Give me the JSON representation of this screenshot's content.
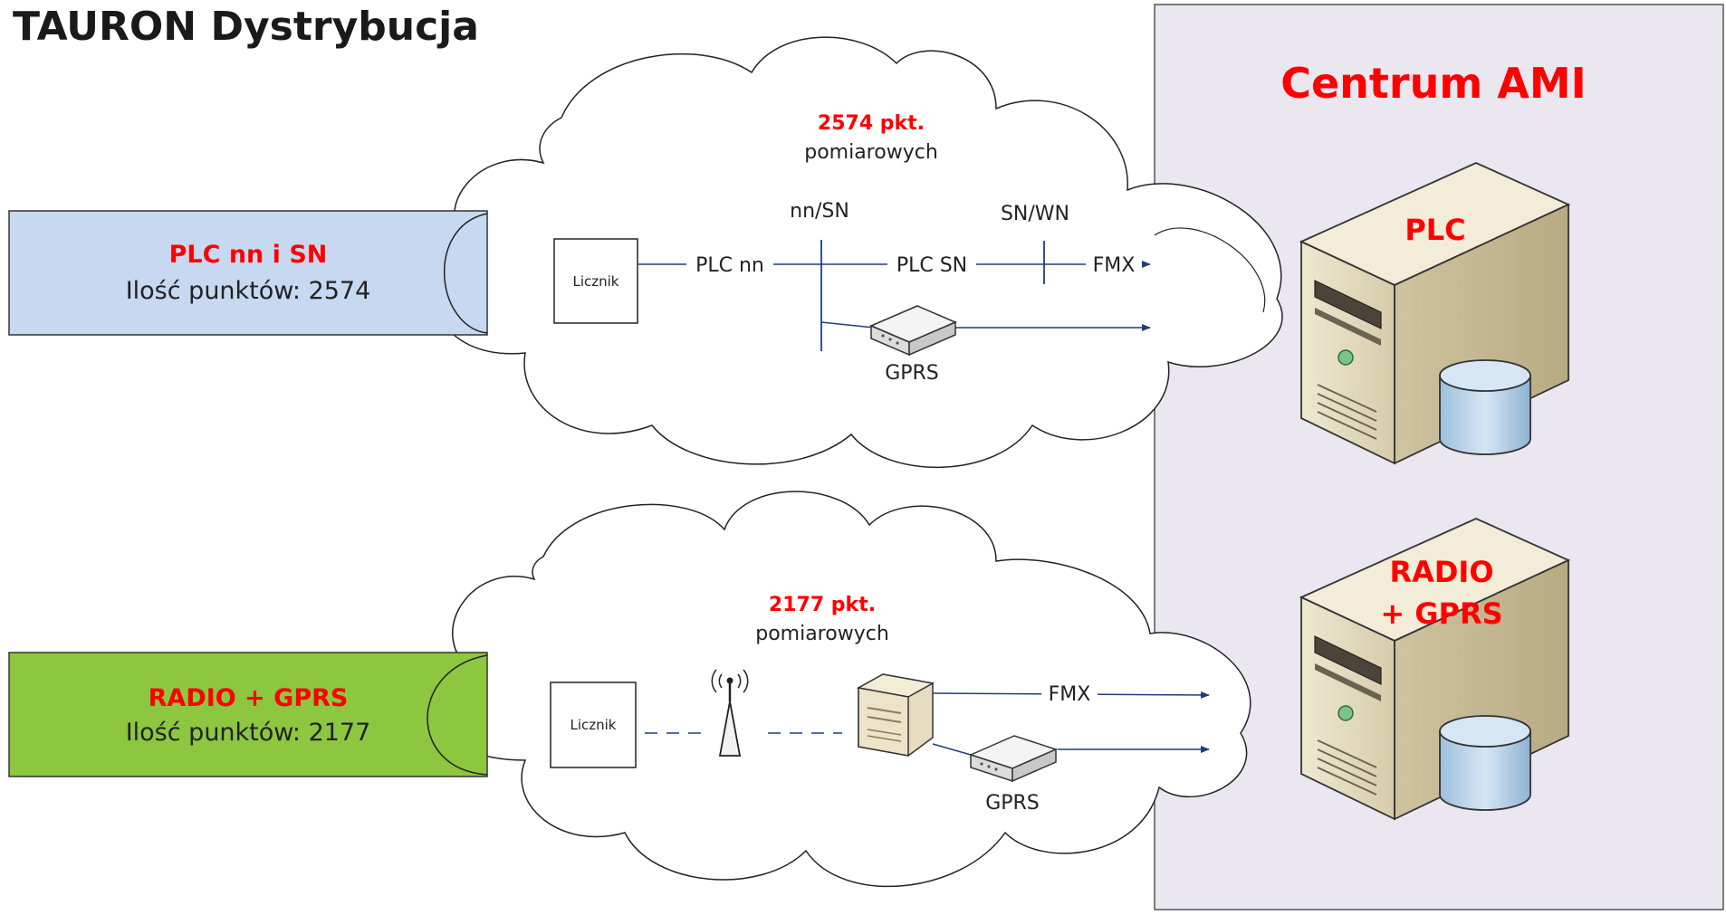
{
  "page_title": "TAURON Dystrybucja",
  "colors": {
    "red": "#ff0000",
    "ami_panel": "#ebe7f0",
    "plc_box": "#c6d9f1",
    "radio_box": "#8dc63f",
    "line": "#1f3f7a",
    "server_body": "#e4dcc2",
    "cylinder": "#b7d3ea"
  },
  "ami": {
    "title": "Centrum AMI"
  },
  "servers": [
    {
      "label_lines": [
        "PLC"
      ],
      "icon": "server-icon"
    },
    {
      "label_lines": [
        "RADIO",
        "+ GPRS"
      ],
      "icon": "server-icon"
    }
  ],
  "plc_panel": {
    "title": "PLC nn i SN",
    "subtitle": "Ilość punktów: 2574"
  },
  "radio_panel": {
    "title": "RADIO + GPRS",
    "subtitle": "Ilość punktów: 2177"
  },
  "cloud_top": {
    "points_count": "2574 pkt.",
    "points_label": "pomiarowych",
    "meter_label": "Licznik",
    "label_nn_sn": "nn/SN",
    "label_sn_wn": "SN/WN",
    "label_plc_nn": "PLC nn",
    "label_plc_sn": "PLC SN",
    "label_fmx": "FMX",
    "label_gprs": "GPRS",
    "modem_icon": "gprs-modem-icon"
  },
  "cloud_bottom": {
    "points_count": "2177 pkt.",
    "points_label": "pomiarowych",
    "meter_label": "Licznik",
    "label_fmx": "FMX",
    "label_gprs": "GPRS",
    "antenna_icon": "radio-antenna-icon",
    "concentrator_icon": "concentrator-icon",
    "modem_icon": "gprs-modem-icon"
  }
}
